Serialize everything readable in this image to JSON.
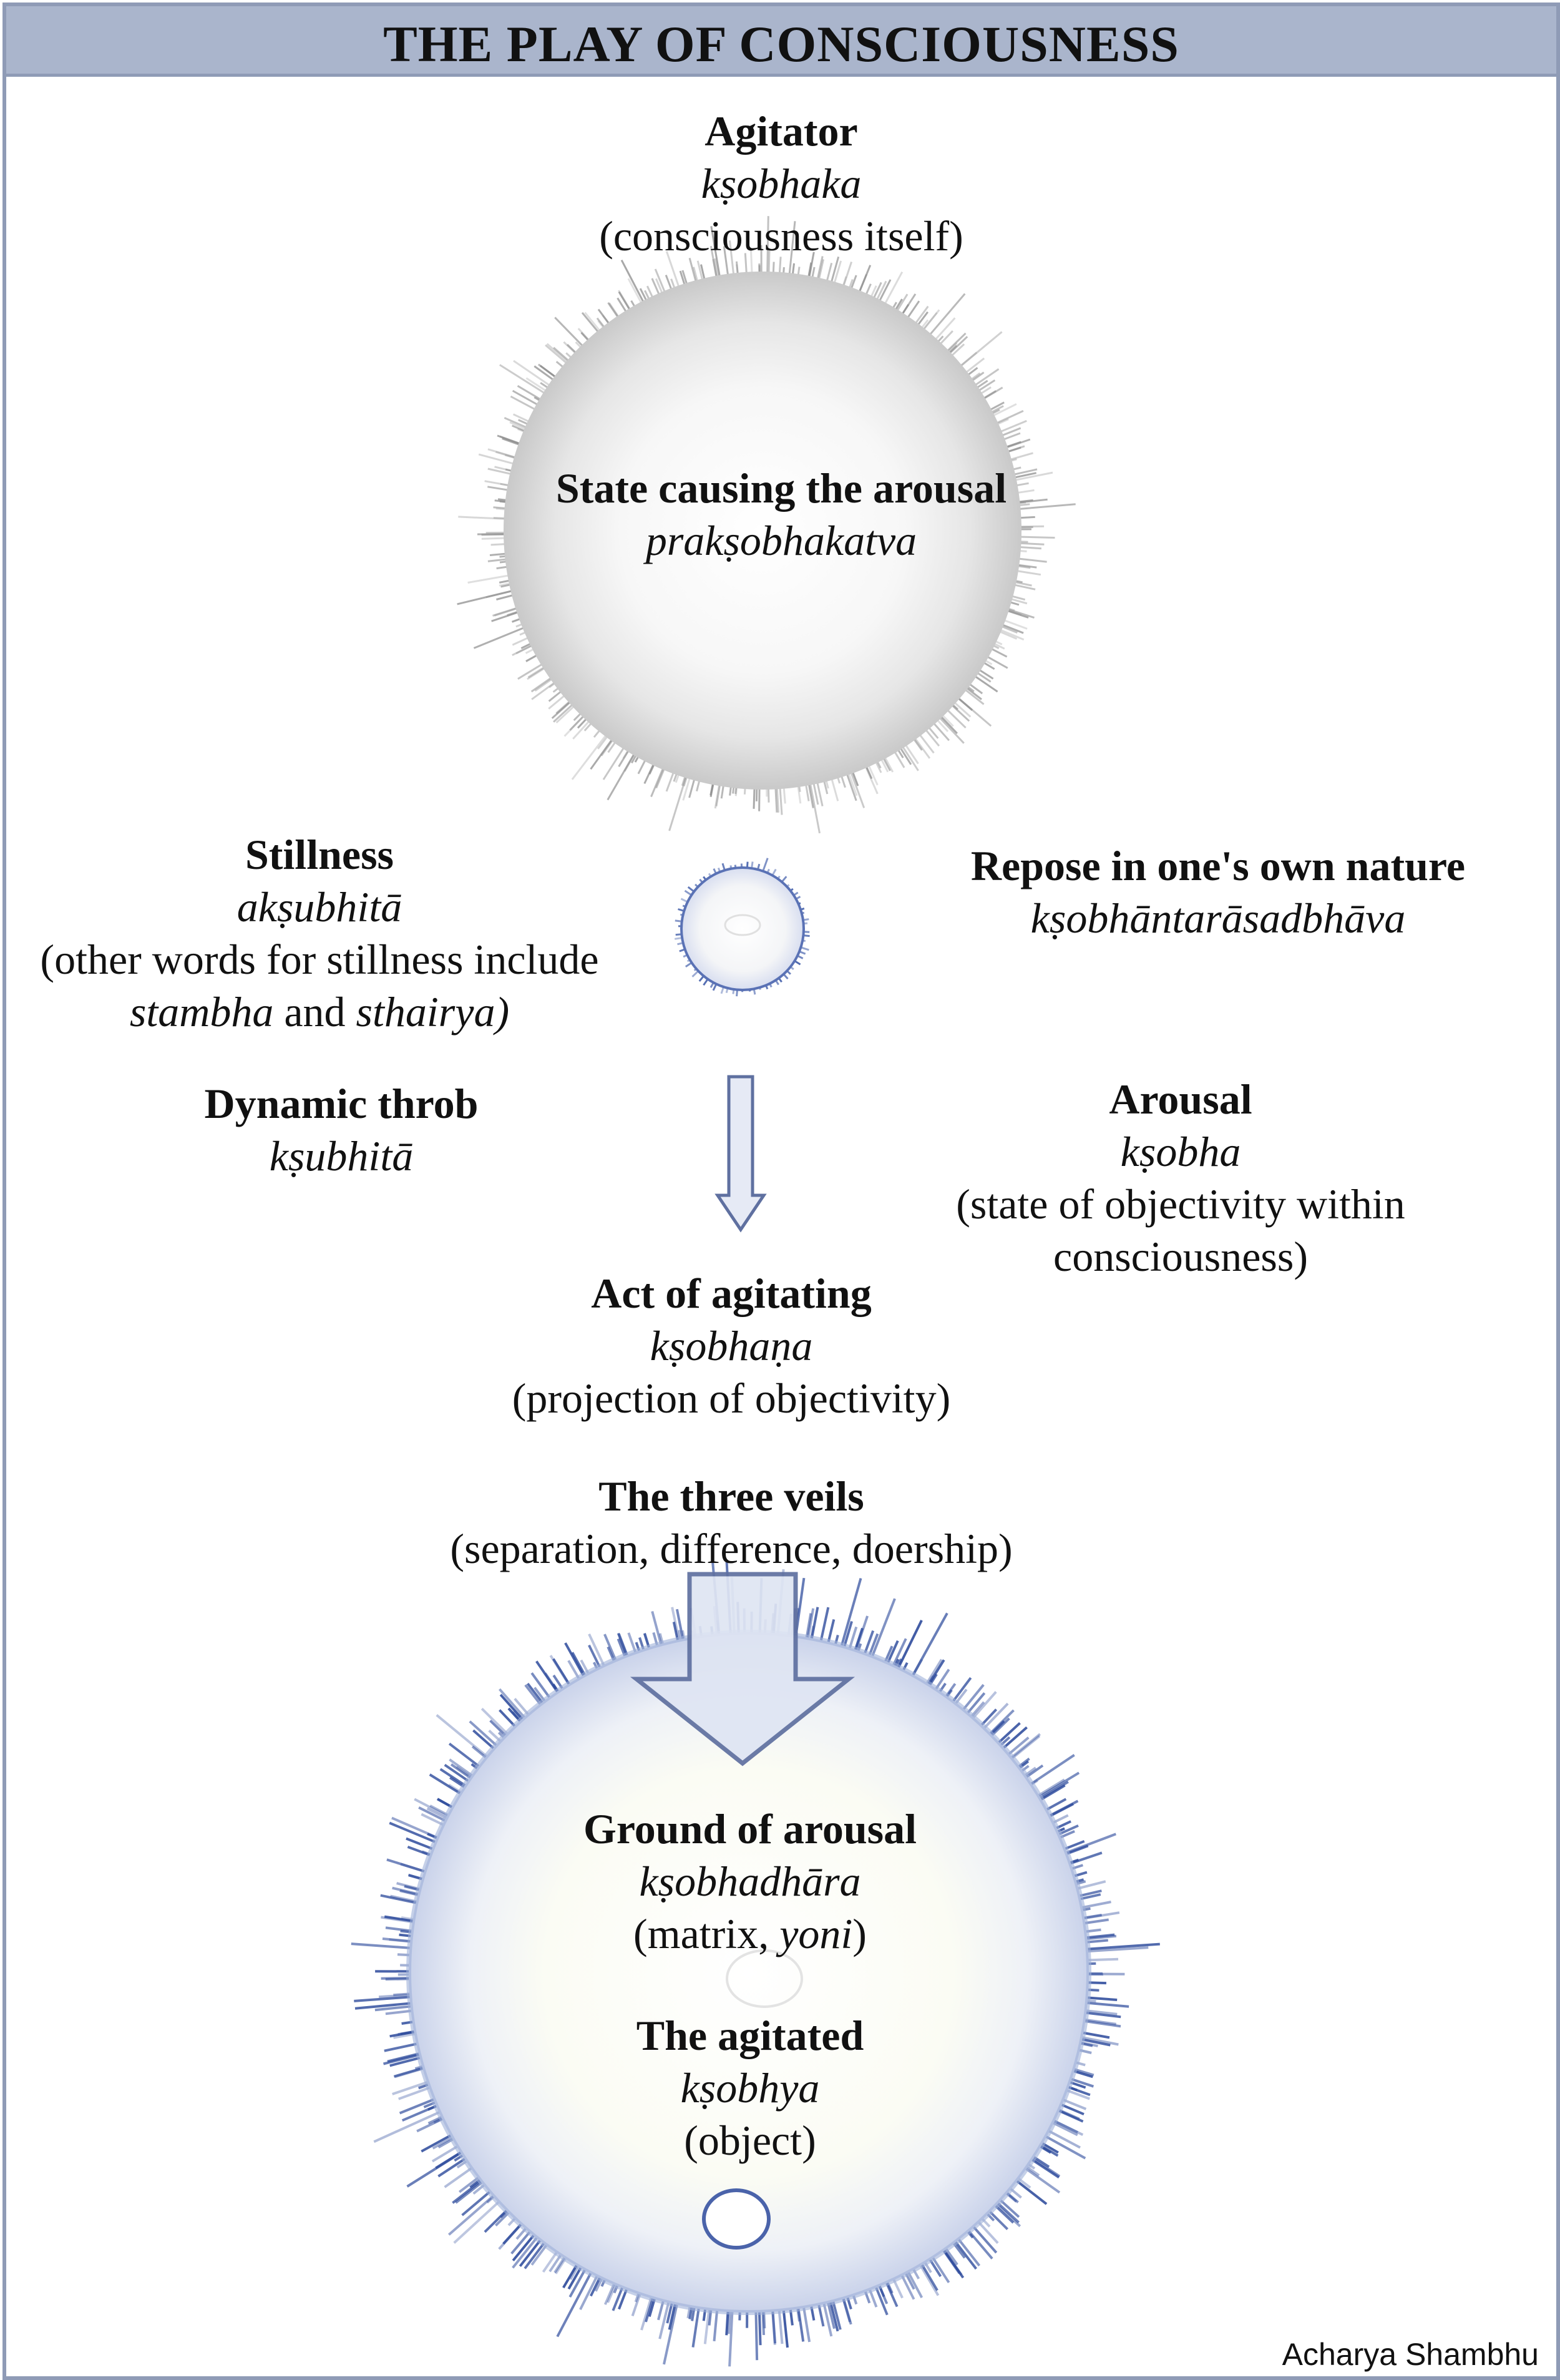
{
  "title": "THE PLAY OF CONSCIOUSNESS",
  "agitator": {
    "term": "Agitator",
    "sanskrit": "kṣobhaka",
    "gloss": "(consciousness itself)"
  },
  "cause": {
    "term": "State causing the arousal",
    "sanskrit": "prakṣobhakatva"
  },
  "stillness": {
    "term": "Stillness",
    "sanskrit": "akṣubhitā",
    "gloss_line1": "(other words for stillness include",
    "gloss_word1": "stambha",
    "gloss_and": " and ",
    "gloss_word2": "sthairya)"
  },
  "repose": {
    "term": "Repose in one's own nature",
    "sanskrit": "kṣobhāntarāsadbhāva"
  },
  "throb": {
    "term": "Dynamic throb",
    "sanskrit": "kṣubhitā"
  },
  "arousal": {
    "term": "Arousal",
    "sanskrit": "kṣobha",
    "gloss_line1": "(state of objectivity within",
    "gloss_line2": "consciousness)"
  },
  "act": {
    "term": "Act of agitating",
    "sanskrit": "kṣobhaṇa",
    "gloss": "(projection of objectivity)"
  },
  "veils": {
    "term": "The three veils",
    "gloss": "(separation, difference, doership)"
  },
  "ground": {
    "term": "Ground of arousal",
    "sanskrit": "kṣobhadhāra",
    "gloss_pre": "(matrix, ",
    "gloss_word": "yoni",
    "gloss_post": ")"
  },
  "agitated": {
    "term": "The agitated",
    "sanskrit": "kṣobhya",
    "gloss": "(object)"
  },
  "credit": "Acharya Shambhu",
  "colors": {
    "frame": "#8f9bb6",
    "banner": "#aab5cc",
    "arrow_fill": "#e6eaf5",
    "arrow_stroke": "#5f70a0",
    "burst_blue": "#2c4a9c"
  }
}
